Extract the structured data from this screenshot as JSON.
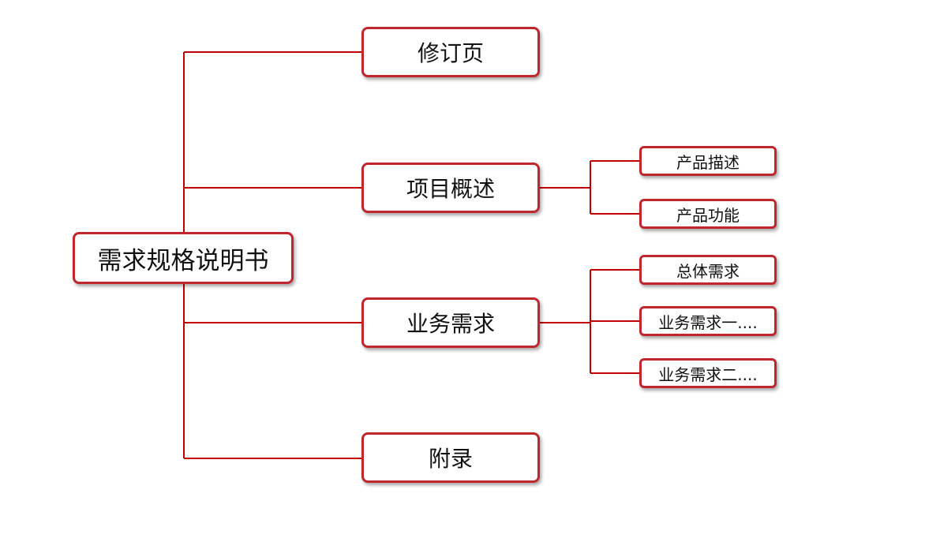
{
  "root": {
    "label": "需求规格说明书"
  },
  "branches": {
    "revision": {
      "label": "修订页"
    },
    "overview": {
      "label": "项目概述",
      "children": [
        "产品描述",
        "产品功能"
      ]
    },
    "business": {
      "label": "业务需求",
      "children": [
        "总体需求",
        "业务需求一....",
        "业务需求二...."
      ]
    },
    "appendix": {
      "label": "附录"
    }
  },
  "colors": {
    "line": "#c00000",
    "node_border": "#c0272d",
    "node_fill": "#ffffff",
    "text": "#111111"
  }
}
